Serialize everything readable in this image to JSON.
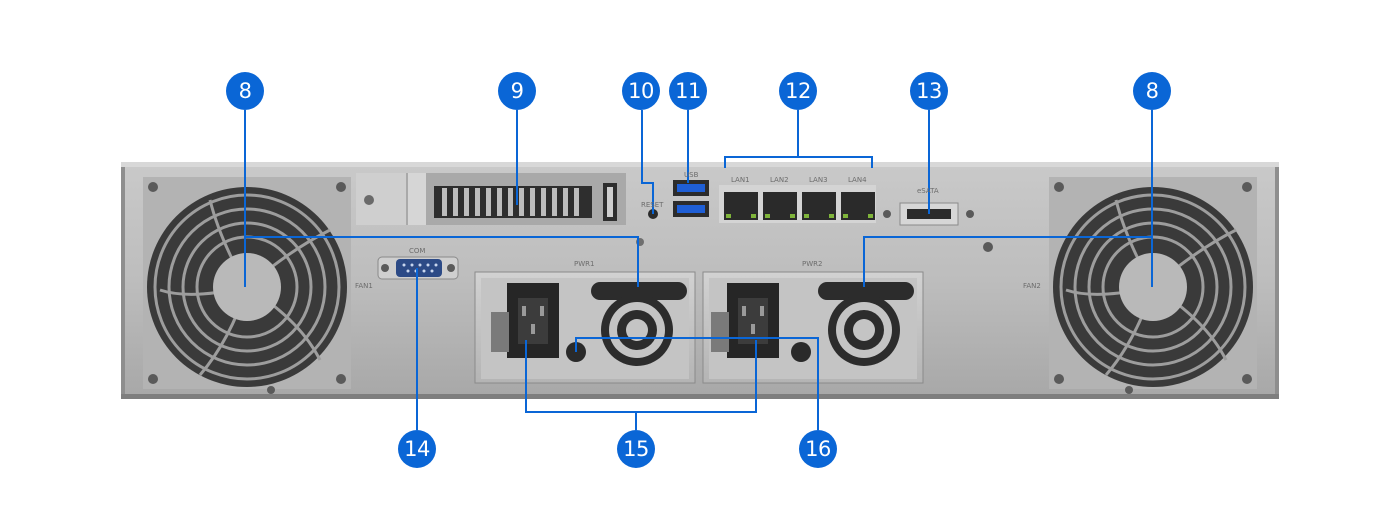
{
  "callouts": {
    "fan_left": "8",
    "pcie_slot": "9",
    "reset": "10",
    "usb": "11",
    "lan": "12",
    "esata": "13",
    "fan_right": "8",
    "com": "14",
    "power_sockets": "15",
    "power_buttons": "16"
  },
  "panel_labels": {
    "reset": "RESET",
    "usb": "USB",
    "lan1": "LAN1",
    "lan2": "LAN2",
    "lan3": "LAN3",
    "lan4": "LAN4",
    "esata": "eSATA",
    "com": "COM",
    "fan1": "FAN1",
    "fan2": "FAN2",
    "pwr1": "PWR1",
    "pwr2": "PWR2"
  },
  "colors": {
    "callout": "#0a66d6",
    "leader": "#0a66d6",
    "chassis": "#b9b9b9",
    "fan_grille": "#2e2e2e"
  }
}
